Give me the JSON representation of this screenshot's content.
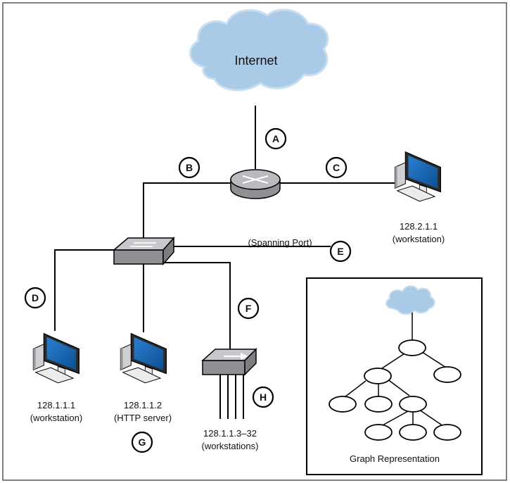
{
  "diagram": {
    "cloud_label": "Internet",
    "badges": {
      "a": "A",
      "b": "B",
      "c": "C",
      "d": "D",
      "e": "E",
      "f": "F",
      "g": "G",
      "h": "H"
    },
    "spanning_port_label": "(Spanning Port)",
    "nodes": {
      "remote_ws": {
        "ip": "128.2.1.1",
        "role": "(workstation)"
      },
      "ws1": {
        "ip": "128.1.1.1",
        "role": "(workstation)"
      },
      "http": {
        "ip": "128.1.1.2",
        "role": "(HTTP server)"
      },
      "hub_ws": {
        "ip": "128.1.1.3–32",
        "role": "(workstations)"
      }
    },
    "graph_panel": {
      "caption": "Graph Representation"
    }
  },
  "colors": {
    "cloud": "#a9cbe8",
    "device": "#a7a9ac",
    "screen": "#1a66b3",
    "line": "#000000"
  }
}
